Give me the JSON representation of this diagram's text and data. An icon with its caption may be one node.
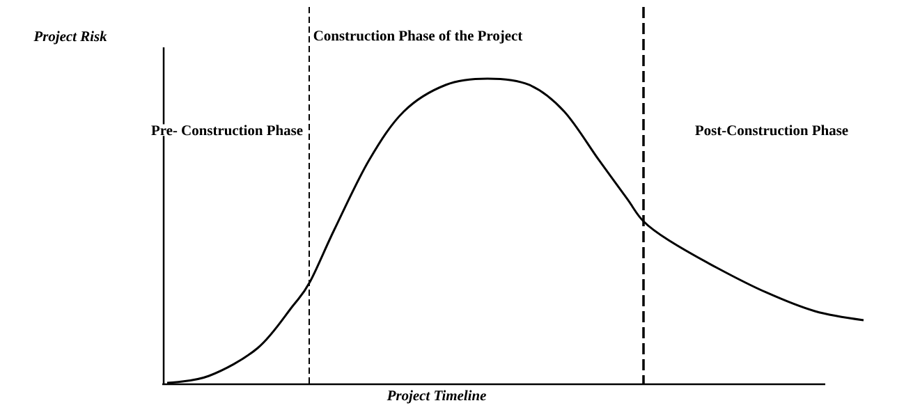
{
  "diagram": {
    "labels": [
      "Project Risk",
      "Construction Phase of the Project",
      "Pre- Construction Phase",
      "Post-Construction Phase",
      "Project Timeline"
    ]
  }
}
